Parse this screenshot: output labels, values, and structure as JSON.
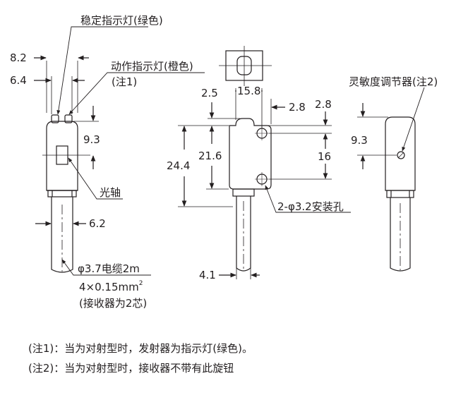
{
  "labels": {
    "stable_indicator": "稳定指示灯(绿色)",
    "action_indicator": "动作指示灯(橙色)",
    "action_indicator_note": "(注1)",
    "optical_axis": "光轴",
    "sensitivity_adjuster": "灵敏度调节器(注2)",
    "mounting_holes": "2-φ3.2安装孔",
    "cable": "φ3.7电缆2m",
    "cable_spec": "4×0.15mm",
    "cable_spec_sup": "2",
    "cable_note": "(接收器为2芯)"
  },
  "dimensions": {
    "left_view": {
      "w1": "8.2",
      "w2": "6.4",
      "indicator_h": "9.3",
      "cable_w": "6.2"
    },
    "front_view": {
      "top_offset": "2.5",
      "hole_spacing_w": "15.8",
      "right_offset": "2.8",
      "right_offset_v": "2.8",
      "total_h": "24.4",
      "body_h": "21.6",
      "hole_spacing_h": "16",
      "cable_w": "4.1"
    },
    "right_view": {
      "adjuster_h": "9.3"
    }
  },
  "notes": [
    "(注1)：当为对射型时，发射器为指示灯(绿色)。",
    "(注2)：当为对射型时，接收器不带有此旋钮"
  ]
}
